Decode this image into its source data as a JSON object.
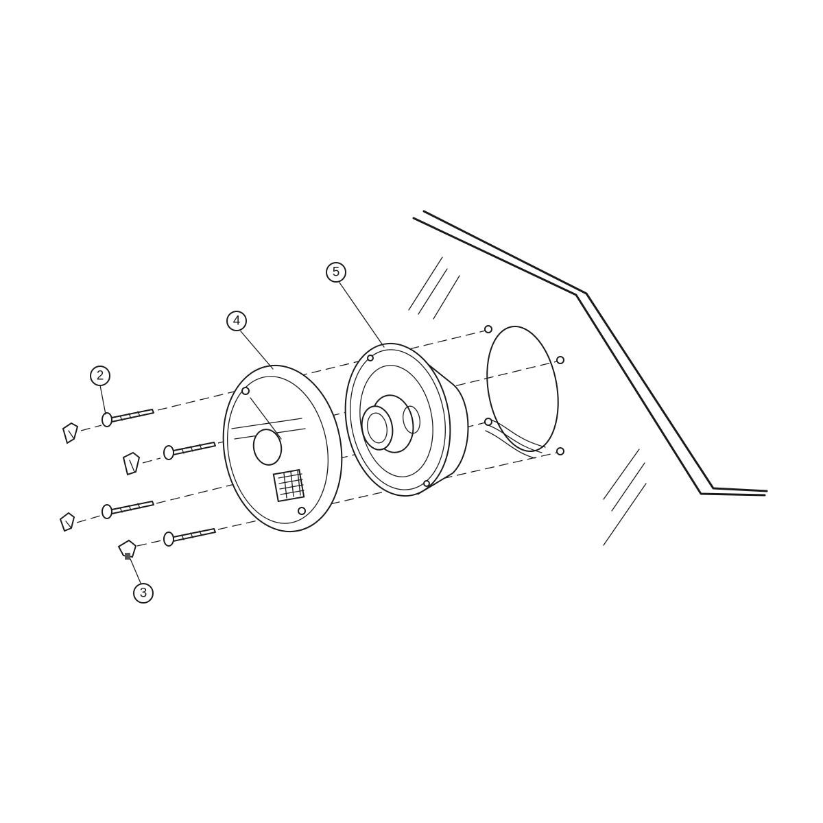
{
  "callouts": [
    {
      "id": "c2",
      "label": "2"
    },
    {
      "id": "c3",
      "label": "3"
    },
    {
      "id": "c4",
      "label": "4"
    },
    {
      "id": "c5",
      "label": "5"
    }
  ],
  "colors": {
    "line": "#1a1a1a",
    "background": "#ffffff"
  }
}
